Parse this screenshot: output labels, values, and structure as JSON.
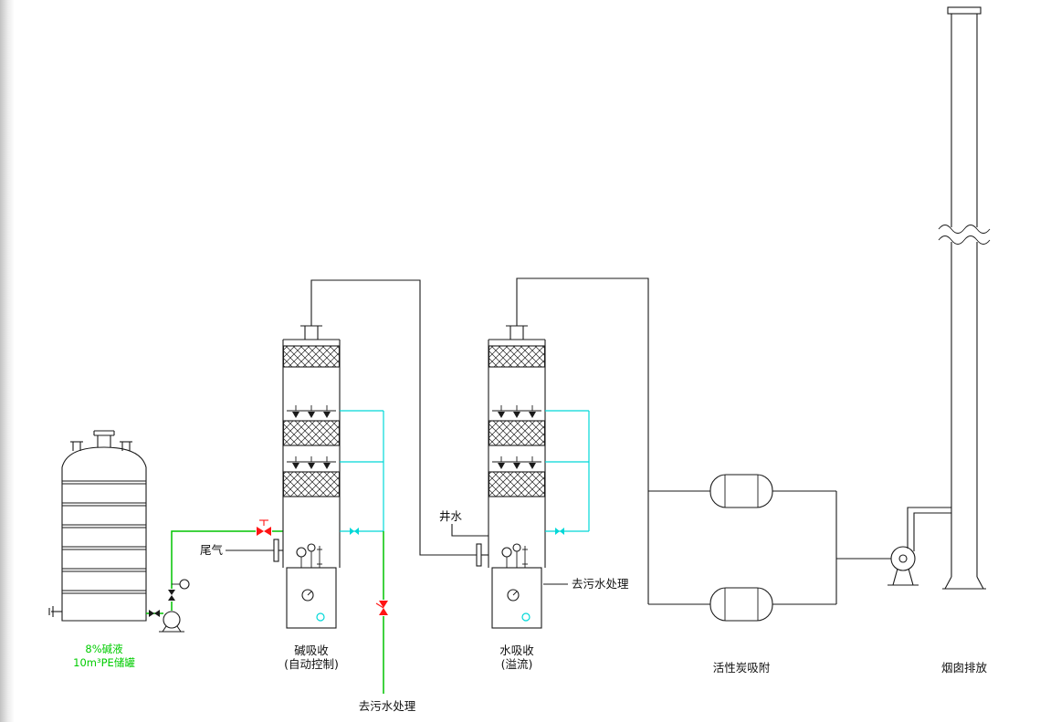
{
  "diagram": {
    "labels": {
      "tank_line1": "8%碱液",
      "tank_line2": "10m³PE储罐",
      "tail_gas": "尾气",
      "tower1_name": "碱吸收",
      "tower1_mode": "(自动控制)",
      "tower2_name": "水吸收",
      "tower2_mode": "(溢流)",
      "well_water": "井水",
      "wastewater_bottom": "去污水处理",
      "wastewater_side": "去污水处理",
      "carbon_unit": "活性炭吸附",
      "chimney": "烟囱排放"
    },
    "colors": {
      "line_black": "#1a1a1a",
      "alkali_line": "#00c400",
      "water_line": "#00d8d8",
      "valve_red": "#ff1414",
      "label_green": "#00cc00"
    }
  }
}
